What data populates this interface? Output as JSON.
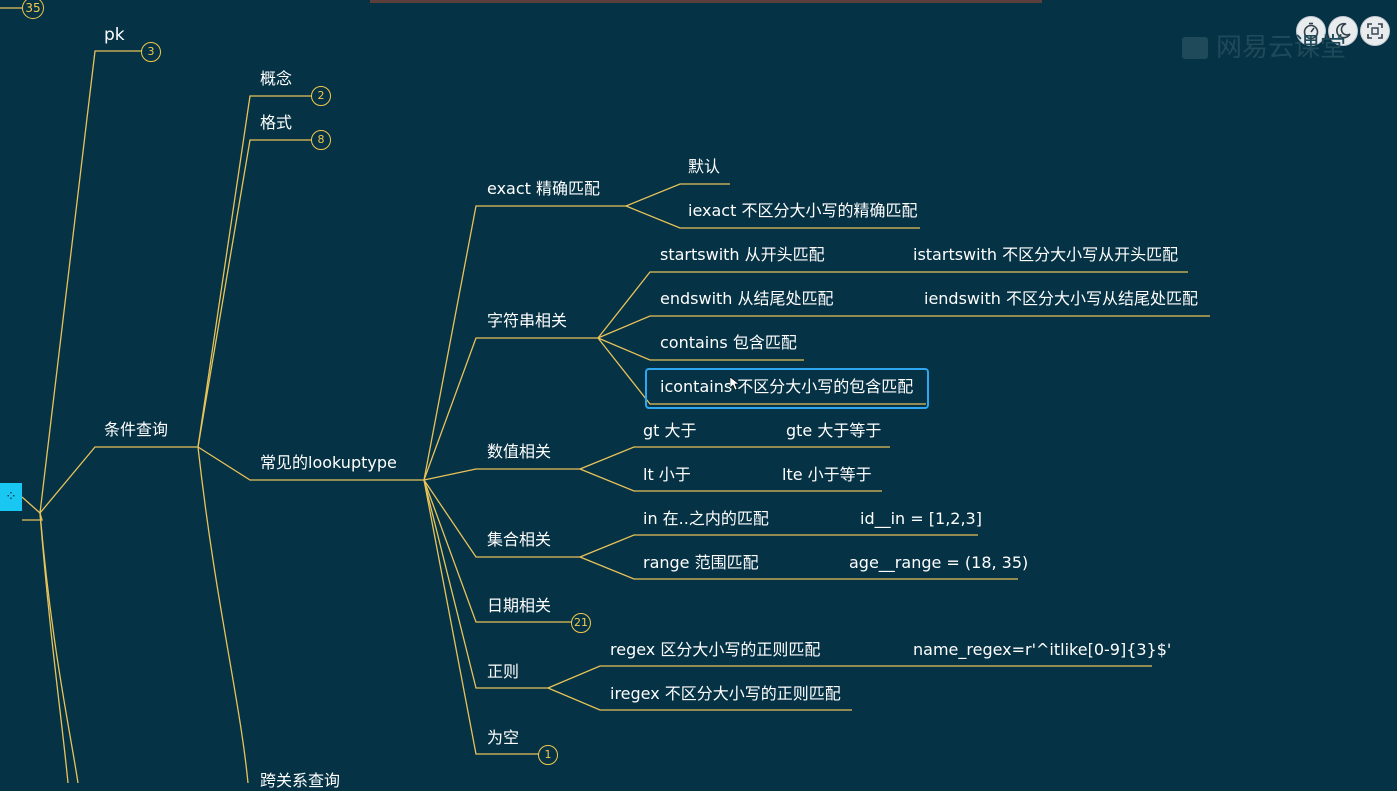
{
  "watermark": {
    "brand": "网易云课堂"
  },
  "controls": [
    {
      "name": "timer",
      "icon": "stopwatch-icon"
    },
    {
      "name": "theme",
      "icon": "moon-icon"
    },
    {
      "name": "fullscreen",
      "icon": "fullscreen-icon"
    }
  ],
  "colors": {
    "background": "#053244",
    "line": "#e8c35a",
    "badge": "#f2c94c",
    "selection": "#2ea7f0",
    "root": "#18c7f2"
  },
  "badges": {
    "top": "35",
    "pk": "3",
    "concept": "2",
    "format": "8",
    "date": "21",
    "null": "1"
  },
  "nodes": {
    "pk": "pk",
    "concept": "概念",
    "format": "格式",
    "condition": "条件查询",
    "cross_query": "跨关系查询",
    "lookup": "常见的lookuptype",
    "exact": "exact 精确匹配",
    "exact_default": "默认",
    "iexact": "iexact 不区分大小写的精确匹配",
    "string": "字符串相关",
    "startswith": "startswith 从开头匹配",
    "istartswith": "istartswith 不区分大小写从开头匹配",
    "endswith": "endswith 从结尾处匹配",
    "iendswith": "iendswith 不区分大小写从结尾处匹配",
    "contains": "contains 包含匹配",
    "icontains": "icontains 不区分大小写的包含匹配",
    "numeric": "数值相关",
    "gt": "gt 大于",
    "gte": "gte 大于等于",
    "lt": "lt 小于",
    "lte": "lte 小于等于",
    "set": "集合相关",
    "in": "in 在..之内的匹配",
    "in_example": "id__in = [1,2,3]",
    "range": "range 范围匹配",
    "range_example": "age__range = (18, 35)",
    "date": "日期相关",
    "regex_group": "正则",
    "regex": "regex 区分大小写的正则匹配",
    "regex_example": "name_regex=r'^itlike[0-9]{3}$'",
    "iregex": "iregex 不区分大小写的正则匹配",
    "null": "为空"
  }
}
